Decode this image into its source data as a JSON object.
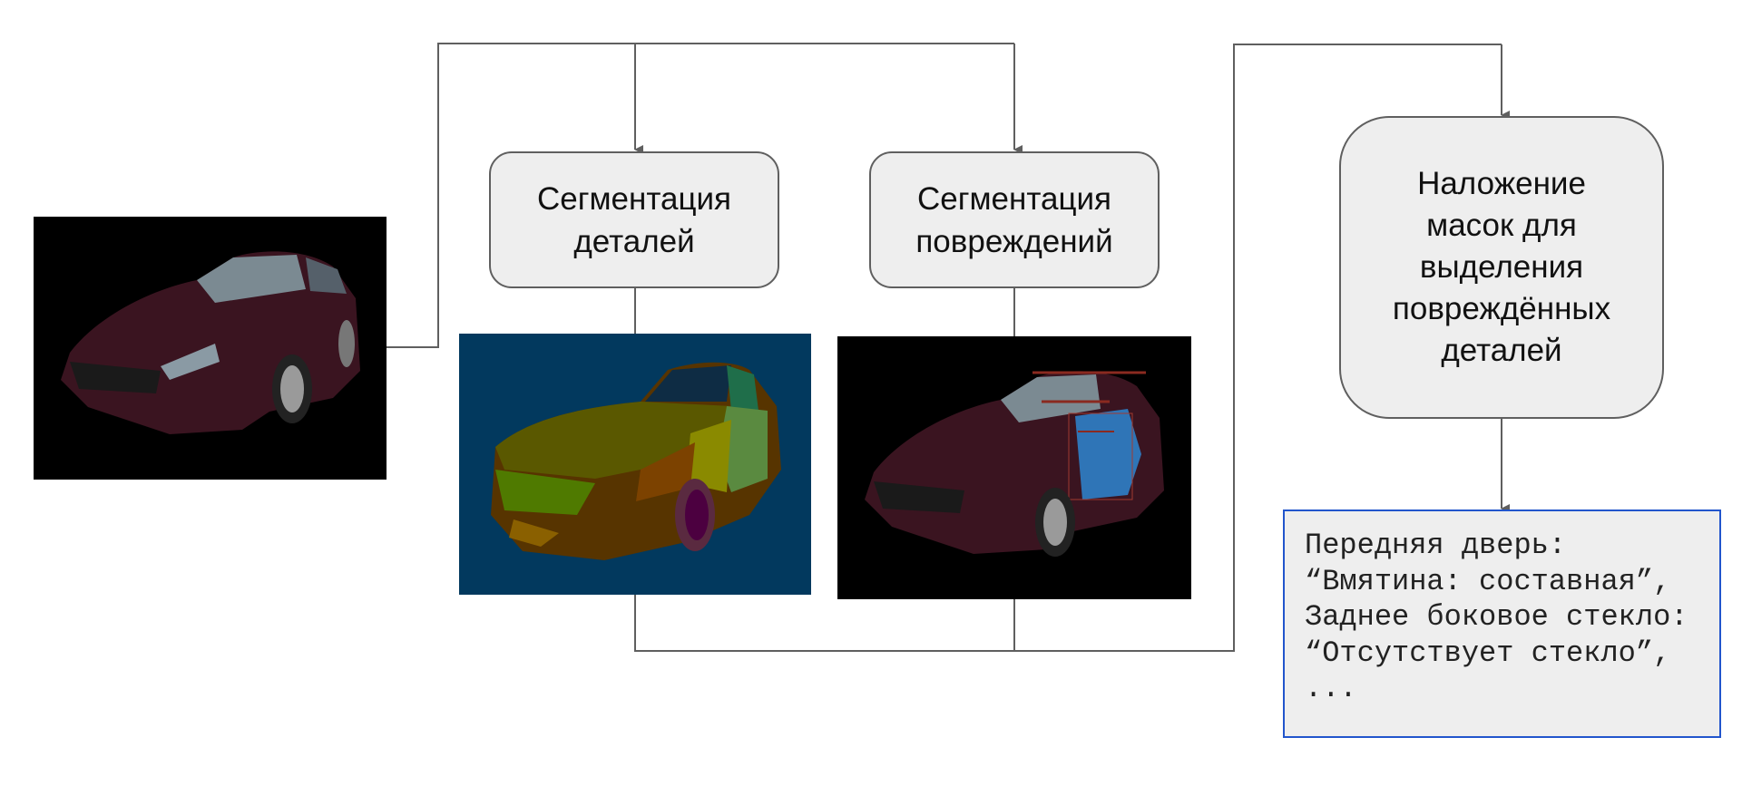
{
  "diagram": {
    "nodes": {
      "part_segmentation": {
        "lines": [
          "Сегментация",
          "деталей"
        ]
      },
      "damage_segmentation": {
        "lines": [
          "Сегментация",
          "повреждений"
        ]
      },
      "mask_overlay": {
        "lines": [
          "Наложение",
          "масок для",
          "выделения",
          "повреждённых",
          "деталей"
        ]
      }
    },
    "result": {
      "lines": [
        "Передняя дверь:",
        "“Вмятина: составная”,",
        "Заднее боковое стекло:",
        "“Отсутствует стекло”,",
        "..."
      ]
    },
    "colors": {
      "line": "#5f5f5f",
      "box_fill": "#eeeeee",
      "result_border": "#2255cc",
      "seg_background": "#02395e"
    }
  }
}
